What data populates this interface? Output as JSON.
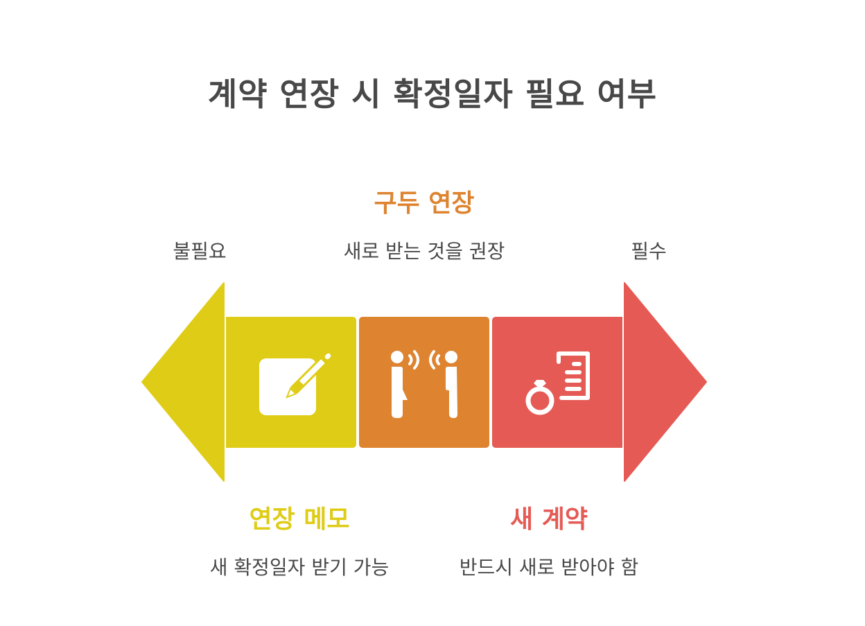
{
  "title": "계약 연장 시 확정일자 필요 여부",
  "colors": {
    "yellow": "#DFCC17",
    "orange": "#DE8431",
    "red": "#E55A55",
    "text": "#484848",
    "icon": "#FFFFFF"
  },
  "scale": {
    "left_label": "불필요",
    "right_label": "필수"
  },
  "stages": [
    {
      "id": "extension-memo",
      "heading": "연장 메모",
      "description": "새 확정일자 받기 가능",
      "icon": "edit-note-icon",
      "color": "#DFCC17",
      "label_position": "bottom"
    },
    {
      "id": "verbal-extension",
      "heading": "구두 연장",
      "description": "새로 받는 것을 권장",
      "icon": "conversation-icon",
      "color": "#DE8431",
      "label_position": "top"
    },
    {
      "id": "new-contract",
      "heading": "새 계약",
      "description": "반드시 새로 받아야 함",
      "icon": "ring-contract-icon",
      "color": "#E55A55",
      "label_position": "bottom"
    }
  ]
}
